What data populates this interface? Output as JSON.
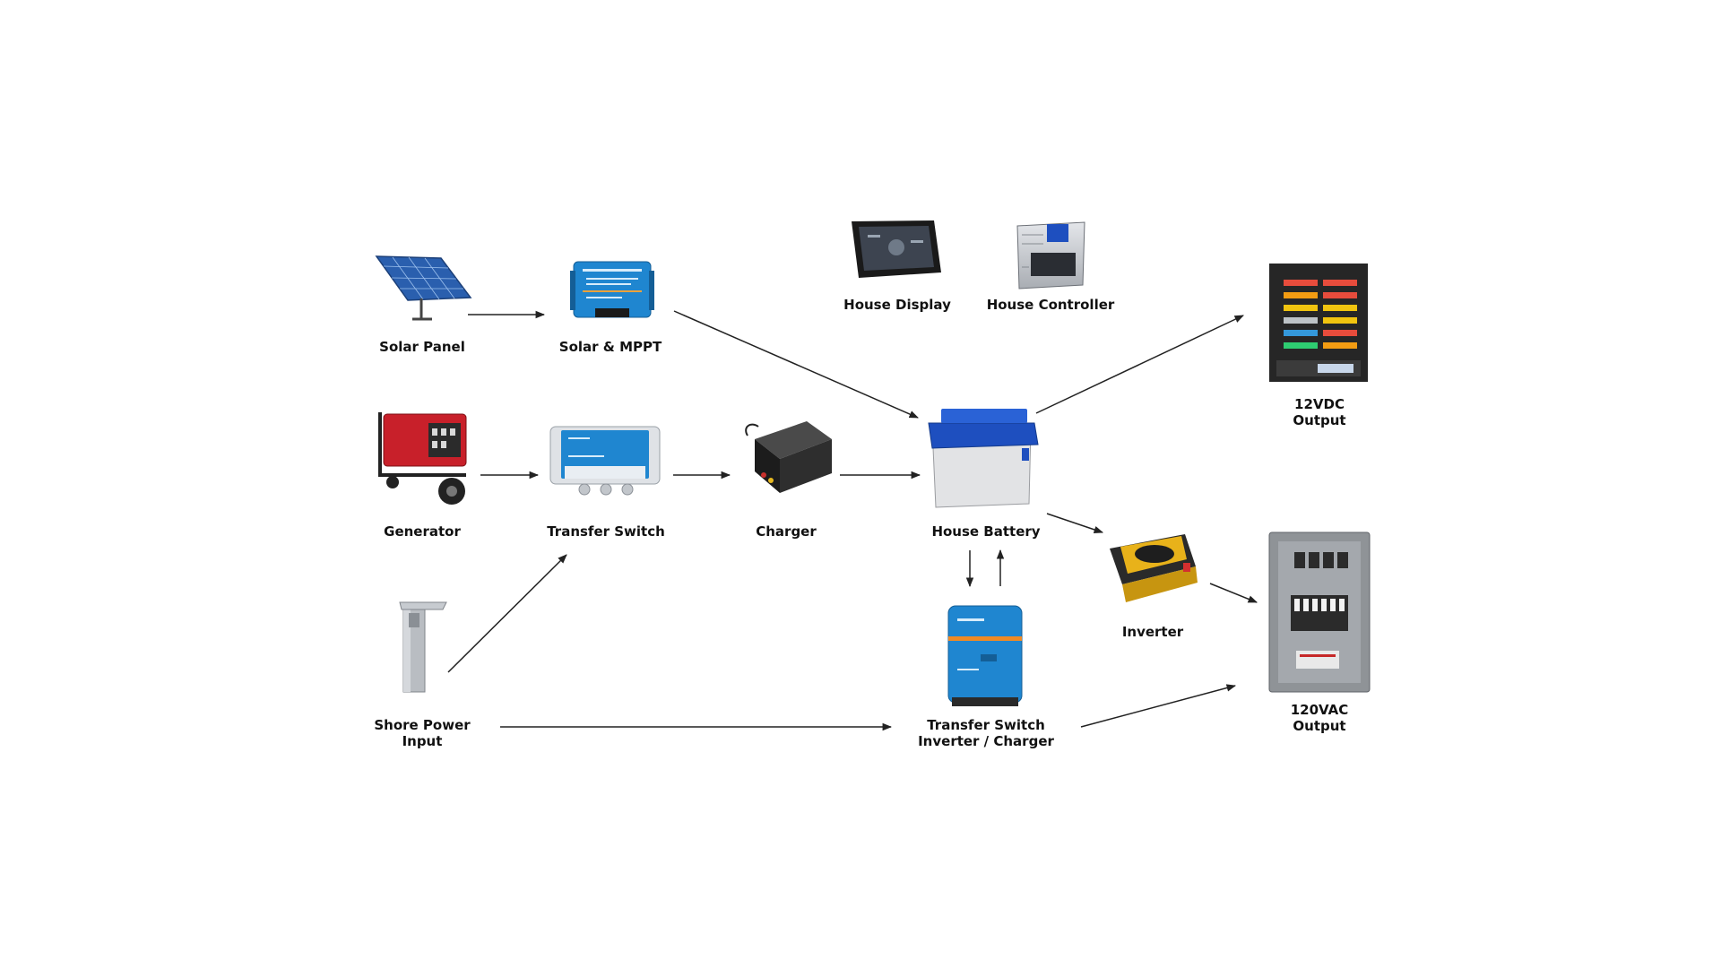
{
  "diagram": {
    "nodes": {
      "solar_panel": {
        "label": "Solar Panel",
        "icon": "solar-panel-icon"
      },
      "solar_mppt": {
        "label": "Solar & MPPT",
        "icon": "mppt-controller-icon"
      },
      "house_display": {
        "label": "House Display",
        "icon": "tablet-display-icon"
      },
      "house_controller": {
        "label": "House Controller",
        "icon": "controller-module-icon"
      },
      "generator": {
        "label": "Generator",
        "icon": "generator-icon"
      },
      "transfer_switch": {
        "label": "Transfer Switch",
        "icon": "transfer-switch-icon"
      },
      "charger": {
        "label": "Charger",
        "icon": "battery-charger-icon"
      },
      "house_battery": {
        "label": "House Battery",
        "icon": "battery-icon"
      },
      "output_12vdc": {
        "label_line1": "12VDC",
        "label_line2": "Output",
        "icon": "fuse-block-icon"
      },
      "inverter": {
        "label": "Inverter",
        "icon": "inverter-icon"
      },
      "output_120vac": {
        "label_line1": "120VAC",
        "label_line2": "Output",
        "icon": "breaker-panel-icon"
      },
      "shore_power": {
        "label_line1": "Shore Power",
        "label_line2": "Input",
        "icon": "shore-power-pedestal-icon"
      },
      "inverter_charger": {
        "label_line1": "Transfer Switch",
        "label_line2": "Inverter / Charger",
        "icon": "inverter-charger-icon"
      }
    },
    "colors": {
      "victron_blue": "#1f86d0",
      "generator_red": "#c8202a",
      "arrow": "#222222"
    }
  }
}
